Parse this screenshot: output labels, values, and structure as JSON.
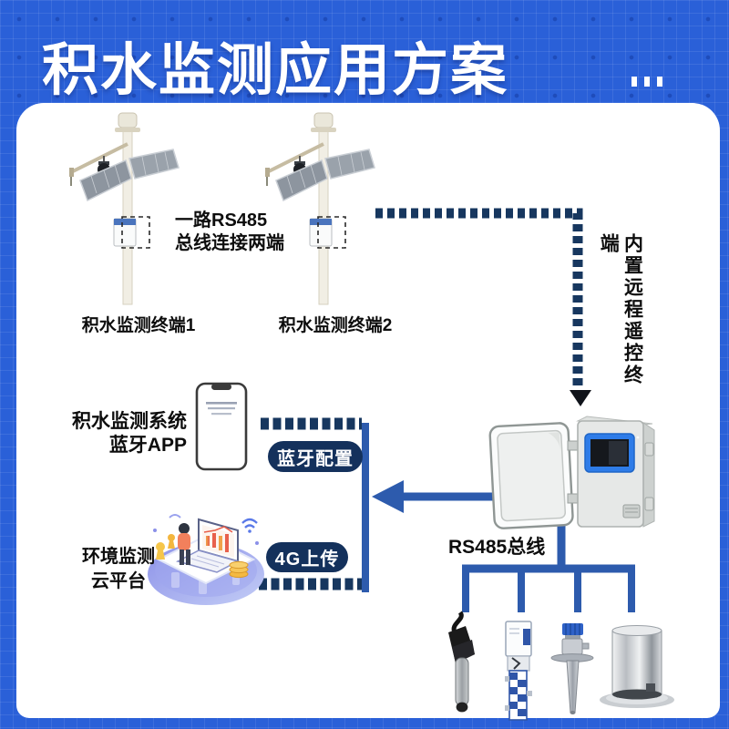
{
  "header": {
    "title": "积水监测应用方案"
  },
  "nodes": {
    "station1_label": "积水监测终端1",
    "station2_label": "积水监测终端2",
    "rs485_note_line1": "一路RS485",
    "rs485_note_line2": "总线连接两端",
    "remote_terminal_label": "内置远程遥控终端",
    "app_label_line1": "积水监测系统",
    "app_label_line2": "蓝牙APP",
    "bluetooth_badge": "蓝牙配置",
    "cloud_label_line1": "环境监测",
    "cloud_label_line2": "云平台",
    "upload_badge": "4G上传",
    "bus_label": "RS485总线"
  },
  "colors": {
    "background_blue": "#2a60d8",
    "card_white": "#ffffff",
    "dash_navy": "#17375f",
    "badge_navy": "#14315c",
    "connector_blue": "#2d5bad",
    "arrowhead_black": "#10131a",
    "title_white": "#ffffff",
    "text_black": "#0d0d0d",
    "cabinet_window_blue": "#2e7ce8"
  },
  "icons": {
    "ellipsis": "three-white-bars",
    "station": "solar-monitoring-pole-with-camera",
    "phone": "smartphone-outline",
    "cloud_platform": "isometric-laptop-cloud-platform",
    "cabinet": "open-door-control-cabinet",
    "sensor_probe": "water-quality-probe",
    "sensor_gauge": "level-staff-gauge",
    "sensor_radar": "radar-level-sensor",
    "sensor_rain": "stainless-rain-gauge"
  }
}
